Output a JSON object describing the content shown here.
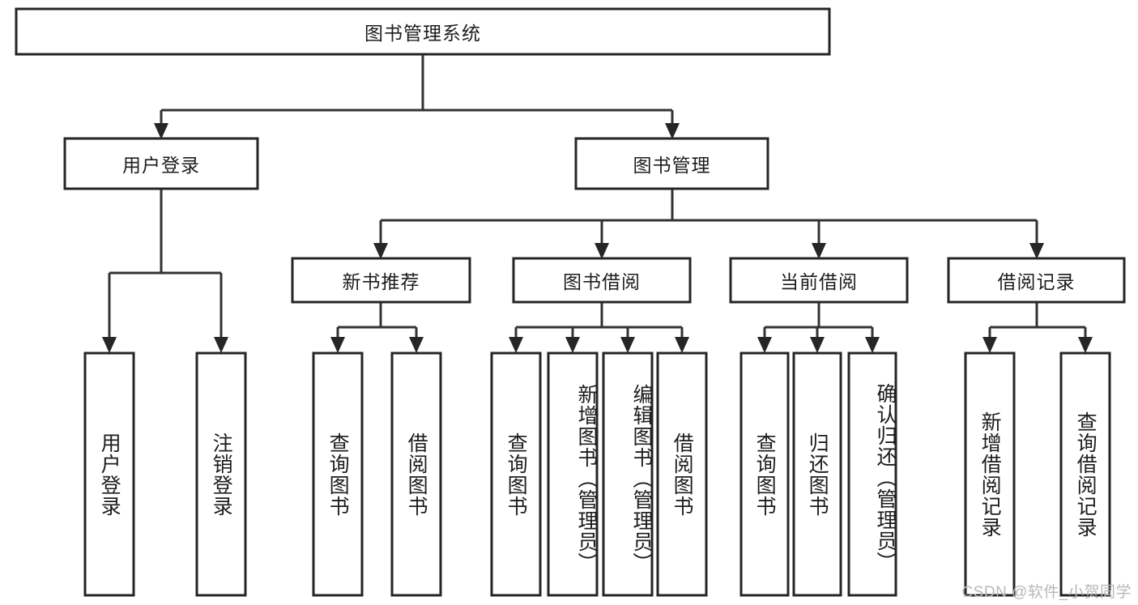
{
  "diagram": {
    "type": "hierarchy-tree",
    "title": "图书管理系统",
    "watermark": "CSDN @软件_小贺同学",
    "colors": {
      "box_border": "#252525",
      "box_fill": "#ffffff",
      "connector": "#333333",
      "text": "#1d1d1d",
      "watermark": "#b8b8b8"
    },
    "levels": 4,
    "root": {
      "label": "图书管理系统"
    },
    "level2": [
      {
        "label": "用户登录"
      },
      {
        "label": "图书管理"
      }
    ],
    "level3": [
      {
        "label": "新书推荐"
      },
      {
        "label": "图书借阅"
      },
      {
        "label": "当前借阅"
      },
      {
        "label": "借阅记录"
      }
    ],
    "leaves": {
      "user_login": [
        {
          "label": "用户登录"
        },
        {
          "label": "注销登录"
        }
      ],
      "new_book_recommend": [
        {
          "label": "查询图书"
        },
        {
          "label": "借阅图书"
        }
      ],
      "book_borrow": [
        {
          "label": "查询图书"
        },
        {
          "label": "新增图书（管理员）"
        },
        {
          "label": "编辑图书（管理员）"
        },
        {
          "label": "借阅图书"
        }
      ],
      "current_borrow": [
        {
          "label": "查询图书"
        },
        {
          "label": "归还图书"
        },
        {
          "label": "确认归还（管理员）"
        }
      ],
      "borrow_record": [
        {
          "label": "新增借阅记录"
        },
        {
          "label": "查询借阅记录"
        }
      ]
    }
  }
}
